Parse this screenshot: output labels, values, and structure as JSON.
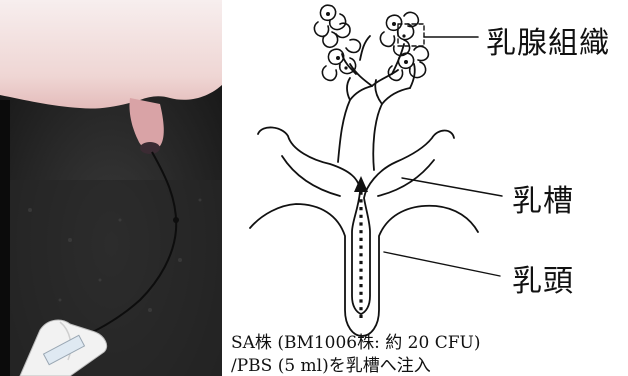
{
  "labels": {
    "mammary_tissue": "乳腺組織",
    "cistern": "乳槽",
    "teat": "乳頭"
  },
  "caption": {
    "line1": "SA株 (BM1006株: 約 20 CFU)",
    "line2": "/PBS (5 ml)を乳槽へ注入"
  },
  "colors": {
    "line": "#111111",
    "photo_background": "#2b2b2b",
    "udder": "#e9c5c3",
    "teat": "#d9a3a6",
    "glove": "#f2f2f2"
  }
}
